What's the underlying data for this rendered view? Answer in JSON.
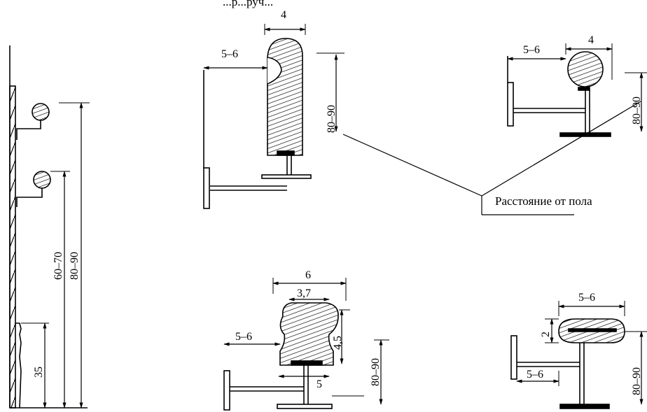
{
  "header": {
    "caption_fragment": "...р...руч..."
  },
  "callout": {
    "label": "Расстояние от пола"
  },
  "wall_profile": {
    "height_upper": "80–90",
    "height_middle": "60–70",
    "height_low": "35"
  },
  "rail_top_center": {
    "width": "4",
    "offset": "5–6",
    "height": "80–90"
  },
  "rail_top_right": {
    "width": "4",
    "offset": "5–6",
    "height": "80–90"
  },
  "rail_bottom_center": {
    "width_outer": "6",
    "width_inner": "3,7",
    "offset": "5–6",
    "depth": "4,5",
    "base": "5",
    "height": "80–90"
  },
  "rail_bottom_right": {
    "width": "5–6",
    "thickness": "2",
    "offset": "5–6",
    "height": "80–90"
  }
}
